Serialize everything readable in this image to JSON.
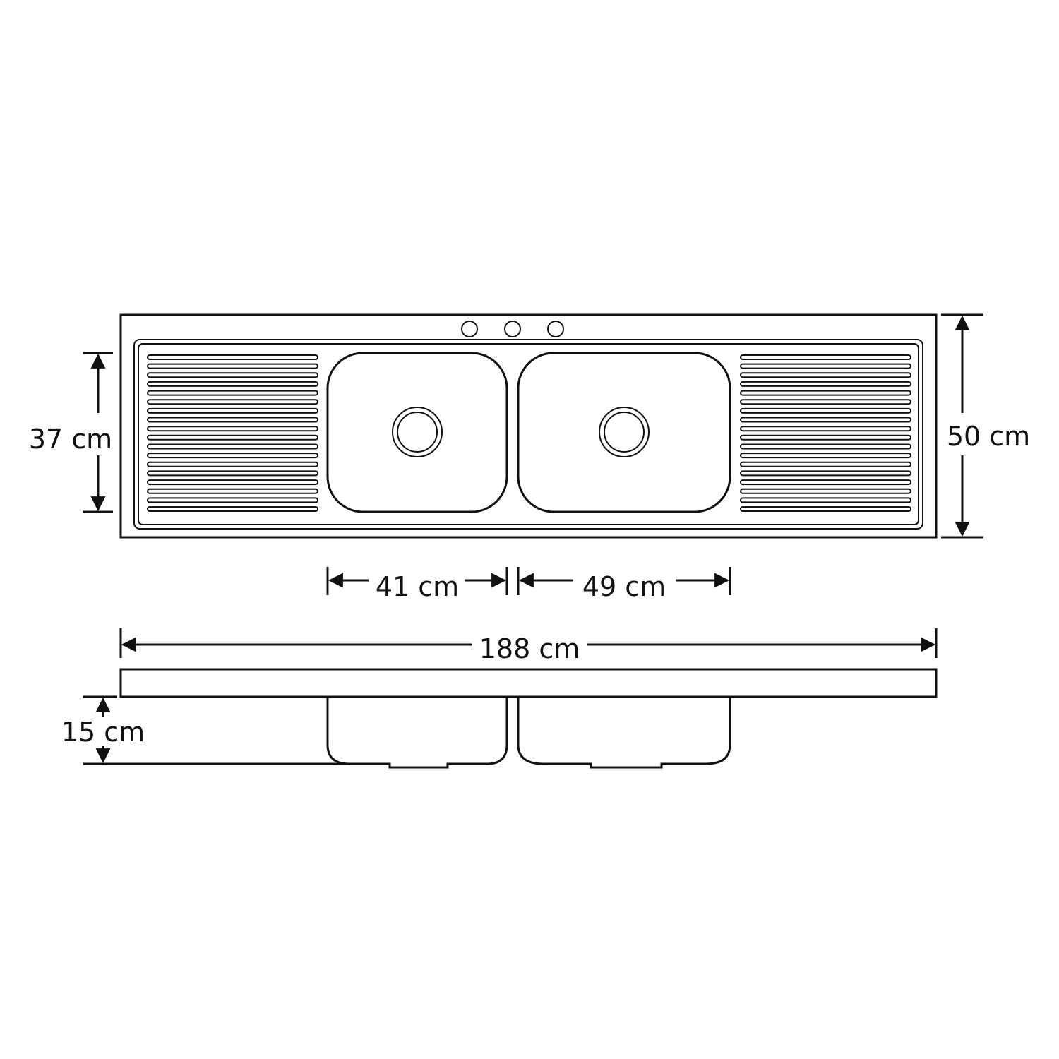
{
  "drawing": {
    "subject": "Double bowl sink with double drainboard",
    "line_color": "#111111",
    "background": "#ffffff"
  },
  "dimensions": {
    "drainboard_depth": "37 cm",
    "total_depth": "50 cm",
    "left_bowl_width": "41 cm",
    "right_bowl_width": "49 cm",
    "total_width": "188 cm",
    "bowl_depth": "15 cm"
  },
  "faucet_holes": 3,
  "drainboard_grooves_per_side": 18
}
